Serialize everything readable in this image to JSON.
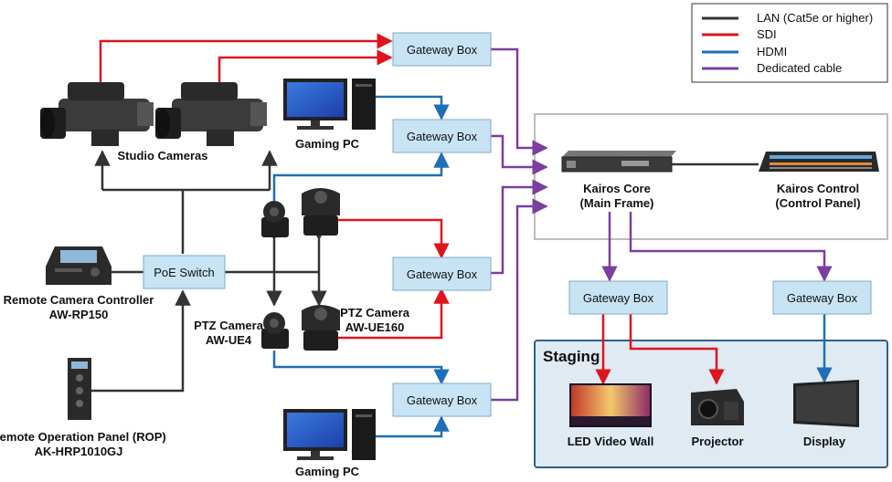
{
  "legend": {
    "items": [
      {
        "label": "LAN (Cat5e or higher)",
        "color": "#333333"
      },
      {
        "label": "SDI",
        "color": "#e0141e"
      },
      {
        "label": "HDMI",
        "color": "#1e6fb8"
      },
      {
        "label": "Dedicated cable",
        "color": "#7b3f9e"
      }
    ]
  },
  "gateway_label": "Gateway Box",
  "devices": {
    "studio_cameras": "Studio Cameras",
    "gaming_pc_top": "Gaming PC",
    "gaming_pc_bottom": "Gaming PC",
    "poe_switch": "PoE Switch",
    "rcc_line1": "Remote Camera Controller",
    "rcc_line2": "AW-RP150",
    "rop_line1": "Remote Operation Panel (ROP)",
    "rop_line2": "AK-HRP1010GJ",
    "ptz_ue4_line1": "PTZ Camera",
    "ptz_ue4_line2": "AW-UE4",
    "ptz_ue160_line1": "PTZ Camera",
    "ptz_ue160_line2": "AW-UE160",
    "kairos_core_line1": "Kairos Core",
    "kairos_core_line2": "(Main Frame)",
    "kairos_control_line1": "Kairos Control",
    "kairos_control_line2": "(Control Panel)",
    "led_wall": "LED Video Wall",
    "projector": "Projector",
    "display": "Display"
  },
  "staging_title": "Staging"
}
